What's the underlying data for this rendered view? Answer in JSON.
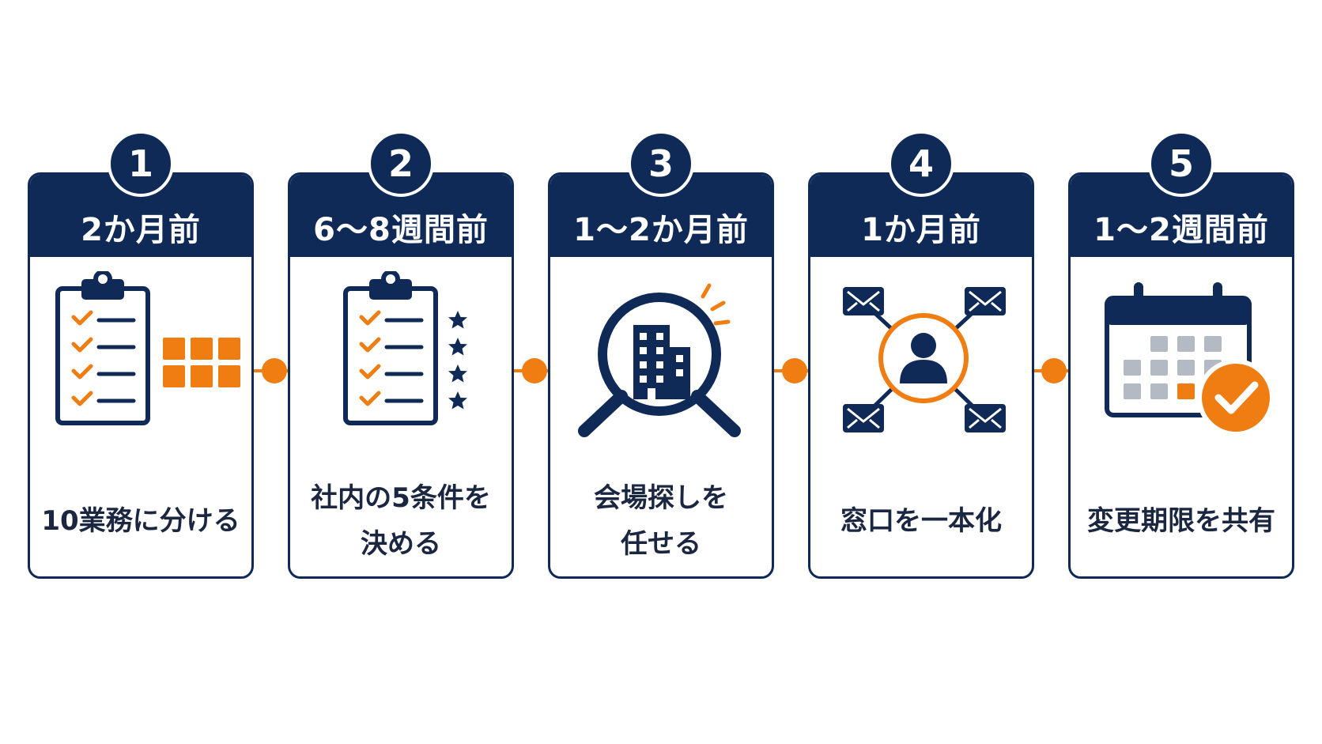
{
  "colors": {
    "navy": "#0f2a56",
    "orange": "#f07d12",
    "gray": "#b4bac4",
    "white": "#ffffff"
  },
  "steps": [
    {
      "number": "1",
      "period": "2か月前",
      "caption_lines": [
        "10業務に分ける",
        ""
      ],
      "icon": "clipboard-checklist-grid-icon"
    },
    {
      "number": "2",
      "period": "6〜8週間前",
      "caption_lines": [
        "社内の5条件を",
        "決める"
      ],
      "icon": "clipboard-checklist-stars-icon"
    },
    {
      "number": "3",
      "period": "1〜2か月前",
      "caption_lines": [
        "会場探しを",
        "任せる"
      ],
      "icon": "magnifier-building-icon"
    },
    {
      "number": "4",
      "period": "1か月前",
      "caption_lines": [
        "窓口を一本化",
        ""
      ],
      "icon": "person-hub-mail-icon"
    },
    {
      "number": "5",
      "period": "1〜2週間前",
      "caption_lines": [
        "変更期限を共有",
        ""
      ],
      "icon": "calendar-check-icon"
    }
  ]
}
